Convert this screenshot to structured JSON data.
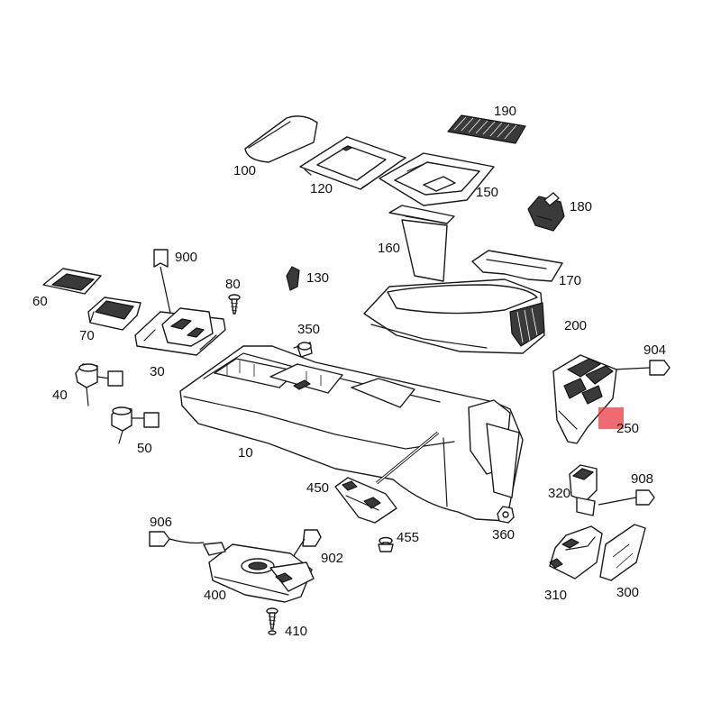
{
  "highlight": {
    "part": "250",
    "color": "#e8323c"
  },
  "callouts": {
    "c100": "100",
    "c120": "120",
    "c150": "150",
    "c190": "190",
    "c180": "180",
    "c160": "160",
    "c170": "170",
    "c200": "200",
    "c900": "900",
    "c80": "80",
    "c130": "130",
    "c60": "60",
    "c70": "70",
    "c30": "30",
    "c350": "350",
    "c40": "40",
    "c50": "50",
    "c10": "10",
    "c904": "904",
    "c250": "250",
    "c908": "908",
    "c320": "320",
    "c450": "450",
    "c455": "455",
    "c360": "360",
    "c906": "906",
    "c902": "902",
    "c400": "400",
    "c410": "410",
    "c310": "310",
    "c300": "300"
  }
}
